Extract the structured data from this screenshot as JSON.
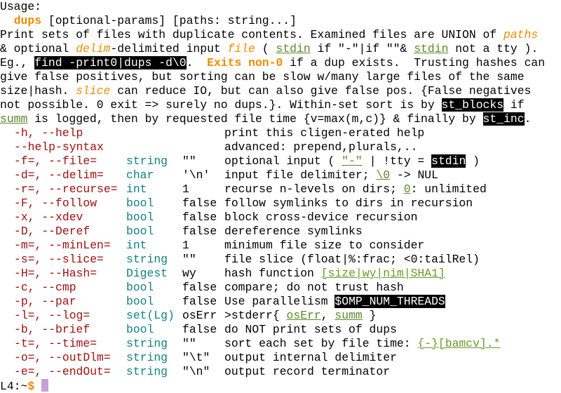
{
  "usage": {
    "heading": "Usage:",
    "cmd": "dups",
    "args": " [optional-params] [paths: string...]"
  },
  "description": {
    "l1a": "Print sets of files with duplicate contents. Examined files are UNION of ",
    "l1b": "paths",
    "l2a": "& optional ",
    "l2b": "delim",
    "l2c": "-delimited input ",
    "l2d": "file",
    "l2e": " ( ",
    "l2f": "stdin",
    "l2g": " if \"-\"|if \"\"& ",
    "l2h": "stdin",
    "l2i": " not a tty ).",
    "l3a": "Eg., ",
    "l3b": "find -print0|dups -d\\0",
    "l3c": ".  ",
    "l3d": "Exits non-0",
    "l3e": " if a dup exists.  Trusting hashes can",
    "l4": "give false positives, but sorting can be slow w/many large files of the same",
    "l5a": "size|hash. ",
    "l5b": "slice",
    "l5c": " can reduce IO, but can also give false pos. {False negatives",
    "l6a": "not possible. 0 exit => surely no dups.}. Within-set sort is by ",
    "l6b": "st_blocks",
    "l6c": " if",
    "l7a": "summ",
    "l7b": " is logged, then by requested file time {v=max(m,c)} & finally by ",
    "l7c": "st_inc",
    "l7d": "."
  },
  "options": [
    {
      "flag": "-h, --help",
      "type": "",
      "default": "",
      "desc": "print this cligen-erated help"
    },
    {
      "flag": "--help-syntax",
      "type": "",
      "default": "",
      "desc": "advanced: prepend,plurals,.."
    },
    {
      "flag": "-f=, --file=",
      "type": "string",
      "default": "\"\"",
      "desc_a": "optional input ( ",
      "desc_b": "\"-\"",
      "desc_c": " | !tty = ",
      "desc_d": "stdin",
      "desc_e": " )"
    },
    {
      "flag": "-d=, --delim=",
      "type": "char",
      "default": "'\\n'",
      "desc_a": "input file delimiter; ",
      "desc_b": "\\0",
      "desc_c": " -> NUL"
    },
    {
      "flag": "-r=, --recurse=",
      "type": "int",
      "default": "1",
      "desc_a": "recurse n-levels on dirs; ",
      "desc_b": "0",
      "desc_c": ": unlimited"
    },
    {
      "flag": "-F, --follow",
      "type": "bool",
      "default": "false",
      "desc": "follow symlinks to dirs in recursion"
    },
    {
      "flag": "-x, --xdev",
      "type": "bool",
      "default": "false",
      "desc": "block cross-device recursion"
    },
    {
      "flag": "-D, --Deref",
      "type": "bool",
      "default": "false",
      "desc": "dereference symlinks"
    },
    {
      "flag": "-m=, --minLen=",
      "type": "int",
      "default": "1",
      "desc": "minimum file size to consider"
    },
    {
      "flag": "-s=, --slice=",
      "type": "string",
      "default": "\"\"",
      "desc": "file slice (float|%:frac; <0:tailRel)"
    },
    {
      "flag": "-H=, --Hash=",
      "type": "Digest",
      "default": "wy",
      "desc_a": "hash function ",
      "desc_b": "[size|wy|nim|SHA1]"
    },
    {
      "flag": "-c, --cmp",
      "type": "bool",
      "default": "false",
      "desc": "compare; do not trust hash"
    },
    {
      "flag": "-p, --par",
      "type": "bool",
      "default": "false",
      "desc_a": "Use parallelism ",
      "desc_b": "$OMP_NUM_THREADS"
    },
    {
      "flag": "-l=, --log=",
      "type": "set(Lg)",
      "default": "osErr",
      "desc_a": ">stderr{ ",
      "desc_b": "osErr",
      "desc_c": ", ",
      "desc_d": "summ",
      "desc_e": " }"
    },
    {
      "flag": "-b, --brief",
      "type": "bool",
      "default": "false",
      "desc": "do NOT print sets of dups"
    },
    {
      "flag": "-t=, --time=",
      "type": "string",
      "default": "\"\"",
      "desc_a": "sort each set by file time: ",
      "desc_b": "{-}[bamcv].*"
    },
    {
      "flag": "-o=, --outDlm=",
      "type": "string",
      "default": "\"\\t\"",
      "desc": "output internal delimiter"
    },
    {
      "flag": "-e=, --endOut=",
      "type": "string",
      "default": "\"\\n\"",
      "desc": "output record terminator"
    }
  ],
  "prompt": {
    "host": "L4:~",
    "symbol": "$"
  }
}
